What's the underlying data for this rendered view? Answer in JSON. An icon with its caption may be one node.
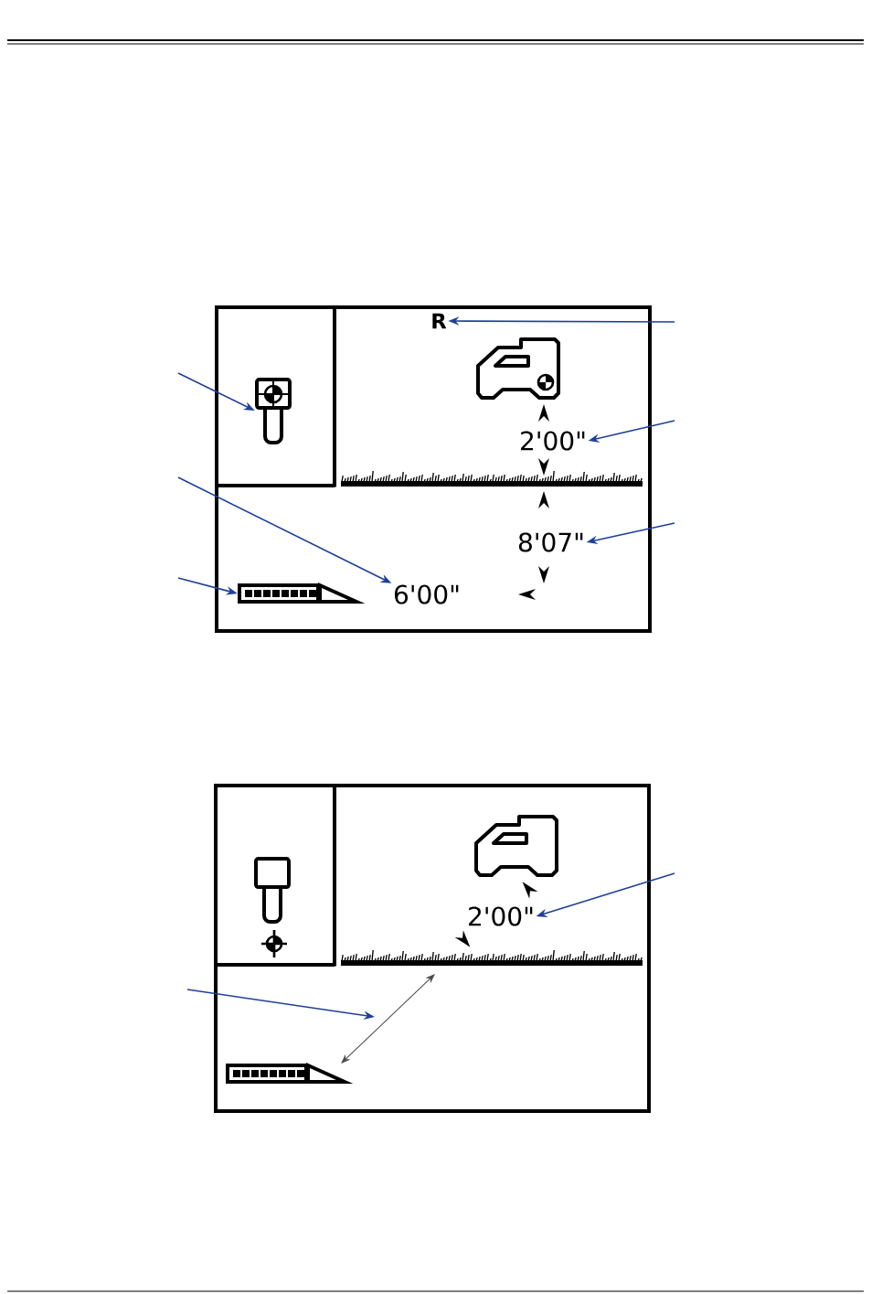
{
  "diagram": {
    "nodes": [
      {
        "text": [],
        "shape": "box"
      },
      {
        "text": [
          "R"
        ],
        "in": 0
      },
      {
        "text": [],
        "shape": "picture",
        "in": 0
      },
      {
        "text": [
          "2'00\""
        ],
        "in": 0
      },
      {
        "text": [
          "8'07\""
        ],
        "in": 0
      },
      {
        "text": [
          "6'00\""
        ],
        "in": 0
      },
      {
        "text": [],
        "shape": "picture",
        "in": 0
      },
      {
        "text": [],
        "shape": "box"
      },
      {
        "text": [
          "2'00\""
        ],
        "in": 7
      },
      {
        "text": [],
        "shape": "arrow",
        "in": 7
      }
    ],
    "edges": [
      {
        "from": null,
        "to": 1,
        "arrow": "to"
      },
      {
        "from": null,
        "to": 2,
        "arrow": "to"
      },
      {
        "from": null,
        "to": 3,
        "arrow": "to"
      },
      {
        "from": null,
        "to": 5,
        "arrow": "to"
      },
      {
        "from": null,
        "to": 4,
        "arrow": "to"
      },
      {
        "from": null,
        "to": 6,
        "arrow": "to"
      },
      {
        "from": null,
        "to": 8,
        "arrow": "to"
      },
      {
        "from": null,
        "to": 9,
        "arrow": "to"
      }
    ]
  }
}
